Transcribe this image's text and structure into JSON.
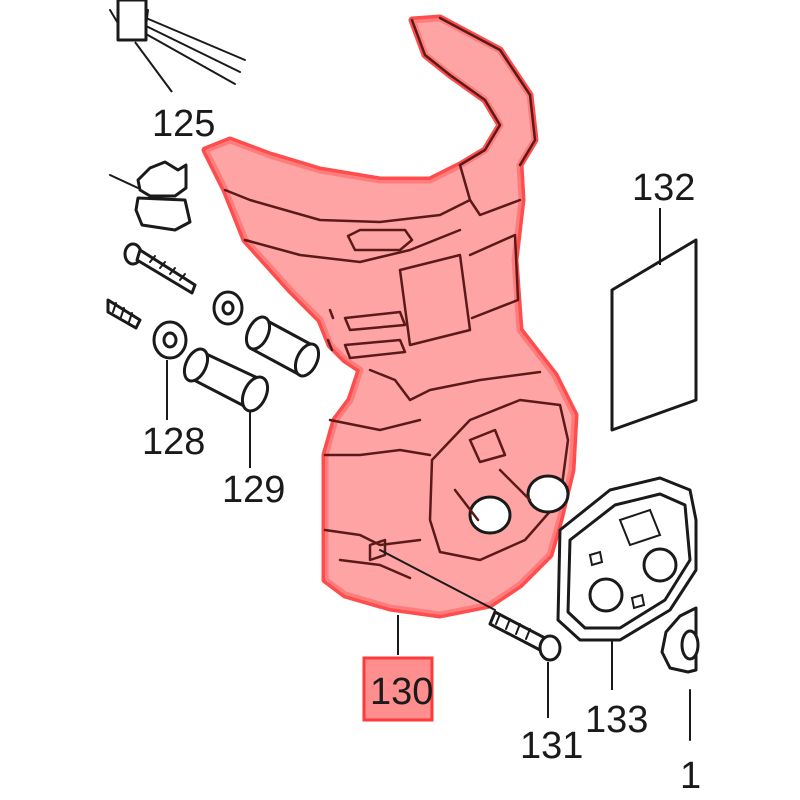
{
  "diagram": {
    "labels": {
      "p125": "125",
      "p128": "128",
      "p129": "129",
      "p130": "130",
      "p131": "131",
      "p132": "132",
      "p133": "133",
      "p_partial": "1"
    },
    "highlighted_part": "130",
    "highlight_color": "#ff3a3a"
  }
}
